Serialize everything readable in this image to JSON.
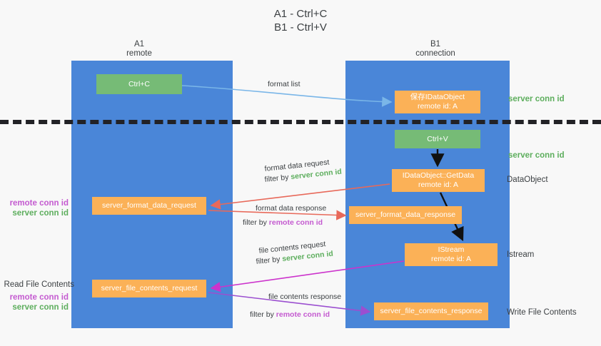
{
  "title": "A1 - Ctrl+C\nB1 - Ctrl+V",
  "columns": {
    "a1": "A1\nremote",
    "b1": "B1\nconnection"
  },
  "nodes": {
    "ctrl_c": "Ctrl+C",
    "save_dataobject": "保存IDataObject\nremote id: A",
    "ctrl_v": "Ctrl+V",
    "get_data": "IDataObject::GetData\nremote id: A",
    "istream": "IStream\nremote id: A",
    "server_format_data_request": "server_format_data_request",
    "server_format_data_response": "server_format_data_response",
    "server_file_contents_request": "server_file_contents_request",
    "server_file_contents_response": "server_file_contents_response"
  },
  "side_labels": {
    "server_conn_id_1": "server conn id",
    "server_conn_id_2": "server conn id",
    "dataobject": "DataObject",
    "istream": "Istream",
    "write_file_contents": "Write File Contents"
  },
  "left_labels": {
    "remote_conn_id_1": "remote conn id",
    "server_conn_id_1": "server conn id",
    "read_file_contents": "Read File Contents",
    "remote_conn_id_2": "remote conn id",
    "server_conn_id_2": "server conn id"
  },
  "edges": {
    "format_list": "format list",
    "format_data_request": "format data request",
    "format_data_request_filter_prefix": "filter by ",
    "format_data_request_filter_value": "server conn id",
    "format_data_response": "format data response",
    "format_data_response_filter_prefix": "filter by ",
    "format_data_response_filter_value": "remote conn id",
    "file_contents_request": "file contents request",
    "file_contents_request_filter_prefix": "filter by ",
    "file_contents_request_filter_value": "server conn id",
    "file_contents_response": "file contents response",
    "file_contents_response_filter_prefix": "filter by ",
    "file_contents_response_filter_value": "remote conn id"
  },
  "colors": {
    "lane": "#4a86d8",
    "green_node": "#76bb76",
    "orange_node": "#fbb157",
    "remote_conn": "#c45ad0",
    "server_conn": "#5dae5d",
    "arrow_blue": "#7ab6e8",
    "arrow_red": "#e8695a",
    "arrow_magenta": "#cc33cc",
    "arrow_purple": "#9b4fd0",
    "arrow_black": "#111111",
    "separator": "#222226"
  }
}
